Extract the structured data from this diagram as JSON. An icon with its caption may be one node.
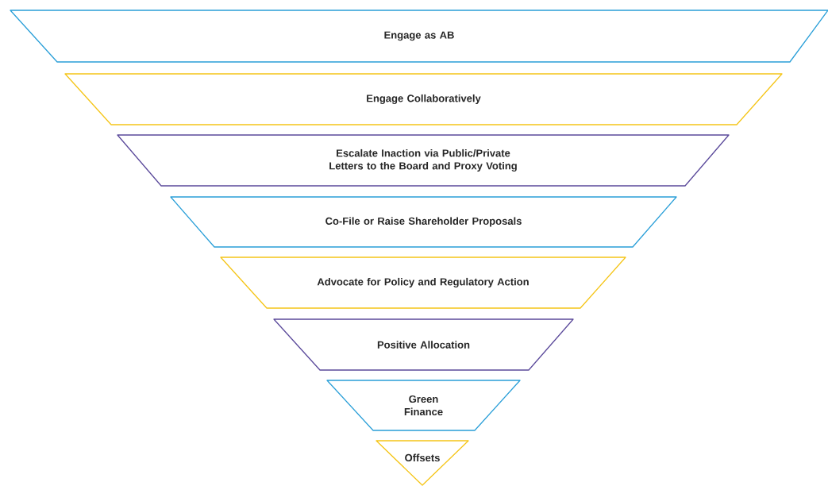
{
  "diagram": {
    "nodes": [
      {
        "text": [
          "Engage as AB"
        ]
      },
      {
        "text": [
          "Engage Collaboratively"
        ]
      },
      {
        "text": [
          "Escalate Inaction via Public/Private Letters to the Board and Proxy Voting"
        ]
      },
      {
        "text": [
          "Co-File or Raise Shareholder Proposals"
        ]
      },
      {
        "text": [
          "Advocate for Policy and Regulatory Action"
        ]
      },
      {
        "text": [
          "Positive Allocation"
        ]
      },
      {
        "text": [
          "Green Finance"
        ]
      },
      {
        "text": [
          "Offsets"
        ]
      }
    ]
  }
}
